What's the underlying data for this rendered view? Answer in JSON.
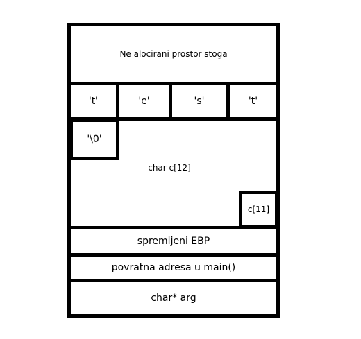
{
  "stack": {
    "unallocated_label": "Ne alocirani prostor stoga",
    "chars": [
      "'t'",
      "'e'",
      "'s'",
      "'t'"
    ],
    "null_terminator": "'\\0'",
    "array_label": "char c[12]",
    "last_element_label": "c[11]",
    "saved_ebp_label": "spremljeni EBP",
    "return_address_label": "povratna adresa u main()",
    "argument_label": "char* arg"
  }
}
